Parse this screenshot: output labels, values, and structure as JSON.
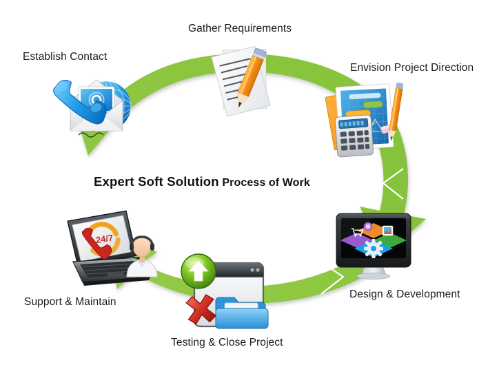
{
  "diagram": {
    "type": "circular-process-flow",
    "title": {
      "brand": "Expert Soft Solution",
      "subtitle": "Process of Work"
    },
    "accent_color": "#8CC63F",
    "background": "#FFFFFF",
    "steps": [
      {
        "id": "establish-contact",
        "label": "Establish Contact",
        "icon": "phone-envelope-globe-icon",
        "position": "top-left"
      },
      {
        "id": "gather-requirements",
        "label": "Gather Requirements",
        "icon": "document-pencil-icon",
        "position": "top-center"
      },
      {
        "id": "envision-project",
        "label": "Envision Project Direction",
        "icon": "blueprint-calculator-icon",
        "position": "top-right"
      },
      {
        "id": "design-development",
        "label": "Design & Development",
        "icon": "monitor-gear-icon",
        "position": "bottom-right"
      },
      {
        "id": "testing-close",
        "label": "Testing & Close Project",
        "icon": "window-folder-upload-icon",
        "position": "bottom-center"
      },
      {
        "id": "support-maintain",
        "label": "Support & Maintain",
        "icon": "laptop-247-headset-icon",
        "position": "bottom-left"
      }
    ],
    "icon_details": {
      "phone-envelope-globe-icon": {
        "parts": [
          "blue-phone-handset",
          "white-envelope",
          "at-symbol-card",
          "blue-globe"
        ]
      },
      "document-pencil-icon": {
        "parts": [
          "white-paper-sheets",
          "orange-pencil",
          "text-lines"
        ]
      },
      "blueprint-calculator-icon": {
        "parts": [
          "blue-blueprint",
          "calculator",
          "orange-pencil",
          "pink-eraser",
          "ruler"
        ]
      },
      "monitor-gear-icon": {
        "parts": [
          "black-monitor",
          "gear",
          "shopping-cart",
          "picture-tile",
          "clock-tile"
        ]
      },
      "window-folder-upload-icon": {
        "parts": [
          "app-window",
          "green-up-arrow-badge",
          "red-x-badge",
          "blue-folder"
        ]
      },
      "laptop-247-headset-icon": {
        "parts": [
          "laptop",
          "24/7-phone-logo",
          "support-agent-headset"
        ],
        "screen_text": "24/7"
      }
    }
  }
}
